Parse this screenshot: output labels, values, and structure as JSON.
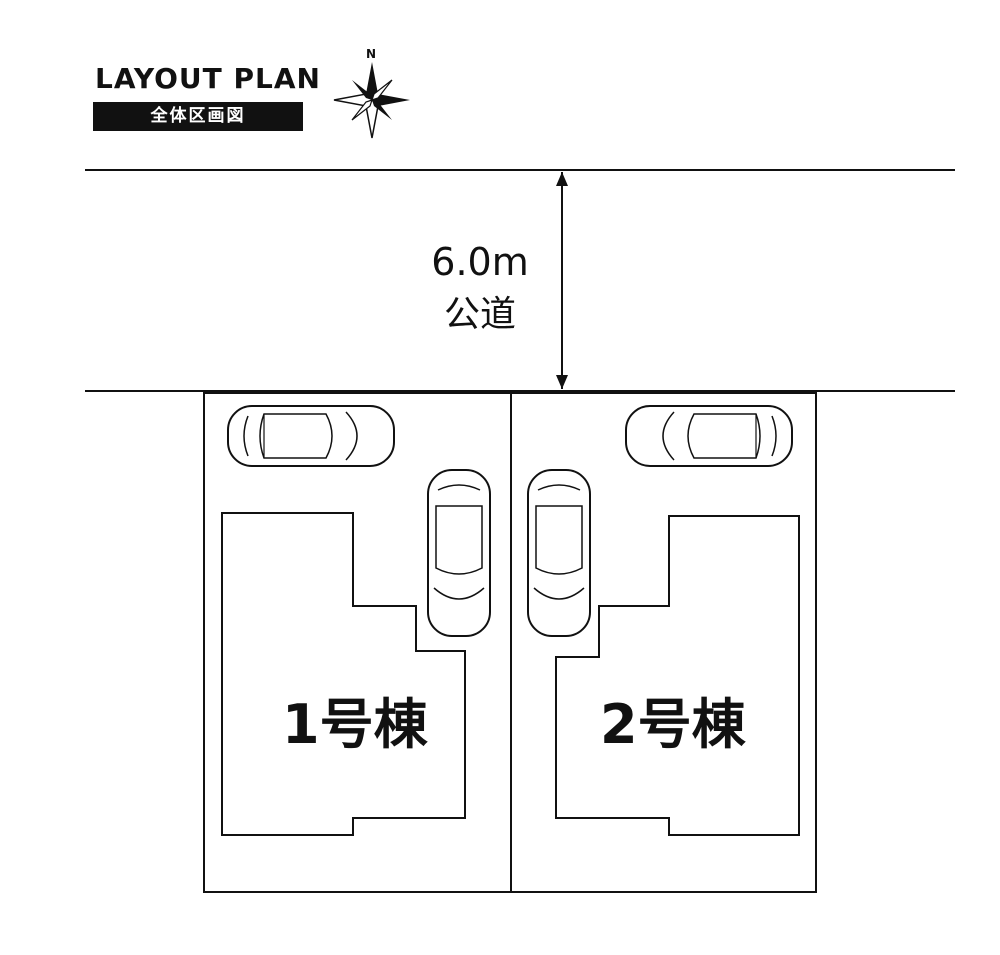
{
  "header": {
    "title": "LAYOUT PLAN",
    "subtitle": "全体区画図",
    "north": "N"
  },
  "road": {
    "width": "6.0m",
    "name": "公道"
  },
  "lots": [
    {
      "label": "1号棟"
    },
    {
      "label": "2号棟"
    }
  ]
}
